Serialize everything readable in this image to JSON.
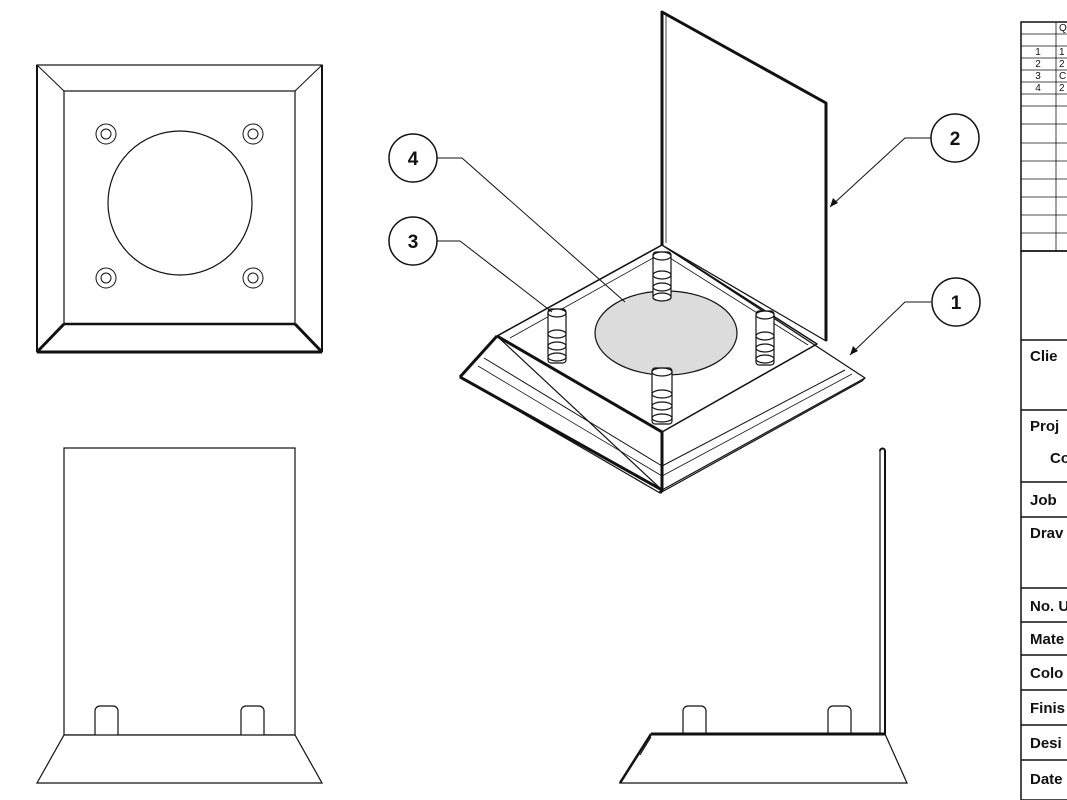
{
  "callouts": [
    {
      "num": "1"
    },
    {
      "num": "2"
    },
    {
      "num": "3"
    },
    {
      "num": "4"
    }
  ],
  "parts_list": {
    "header_text": "Q",
    "rows": [
      {
        "no": "1",
        "text": "1"
      },
      {
        "no": "2",
        "text": "2"
      },
      {
        "no": "3",
        "text": "C"
      },
      {
        "no": "4",
        "text": "2"
      }
    ]
  },
  "title_block": {
    "labels": [
      {
        "key": "client",
        "text": "Clie"
      },
      {
        "key": "project",
        "text": "Proj"
      },
      {
        "key": "project_line2",
        "text": "Co"
      },
      {
        "key": "job",
        "text": "Job"
      },
      {
        "key": "drawing",
        "text": "Drav"
      },
      {
        "key": "no_units",
        "text": "No. U"
      },
      {
        "key": "material",
        "text": "Mate"
      },
      {
        "key": "colour",
        "text": "Colo"
      },
      {
        "key": "finish",
        "text": "Finis"
      },
      {
        "key": "designer",
        "text": "Desi"
      },
      {
        "key": "date",
        "text": "Date"
      }
    ]
  },
  "colors": {
    "line": "#111111",
    "disc_fill": "#dcdcdc",
    "bg": "#ffffff"
  }
}
